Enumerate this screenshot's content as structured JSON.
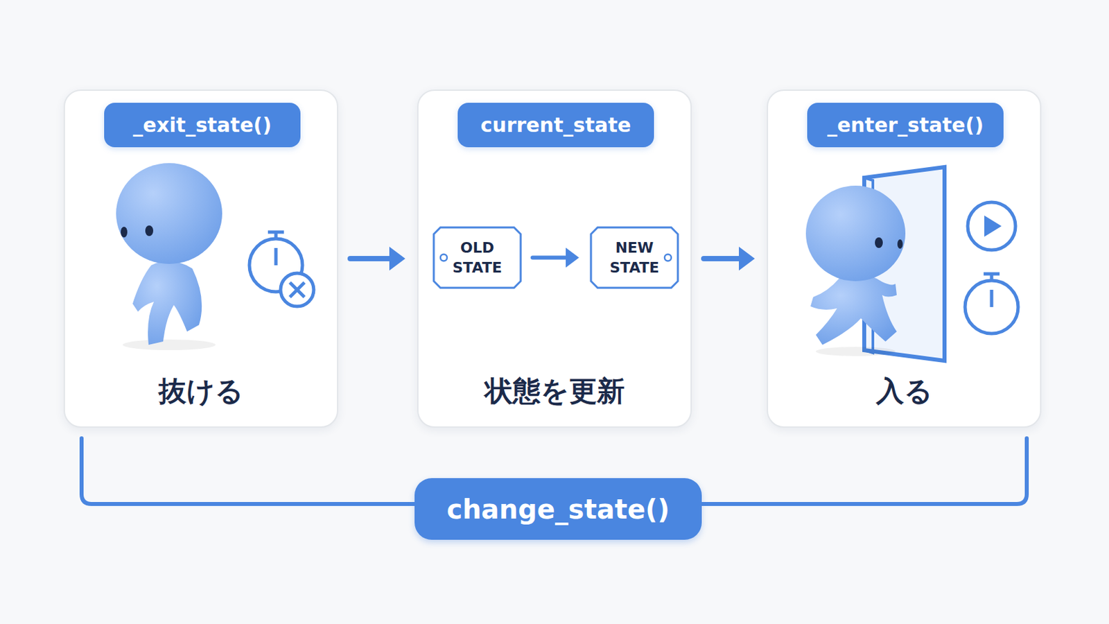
{
  "diagram": {
    "nodes": [
      {
        "text": [
          "抜ける"
        ]
      },
      {
        "text": [
          "_exit_state()"
        ],
        "in": 0
      },
      {
        "text": [
          "状態を更新"
        ]
      },
      {
        "text": [
          "current_state"
        ],
        "in": 2
      },
      {
        "text": [
          "OLD STATE"
        ],
        "in": 2
      },
      {
        "text": [
          "NEW STATE"
        ],
        "in": 2
      },
      {
        "text": [
          "入る"
        ]
      },
      {
        "text": [
          "_enter_state()"
        ],
        "in": 6
      },
      {
        "text": [
          "change_state()"
        ]
      }
    ],
    "edges": [
      {
        "from": 0,
        "to": 2,
        "arrow": "to"
      },
      {
        "from": 4,
        "to": 5,
        "arrow": "to"
      },
      {
        "from": 2,
        "to": 6,
        "arrow": "to"
      }
    ]
  }
}
